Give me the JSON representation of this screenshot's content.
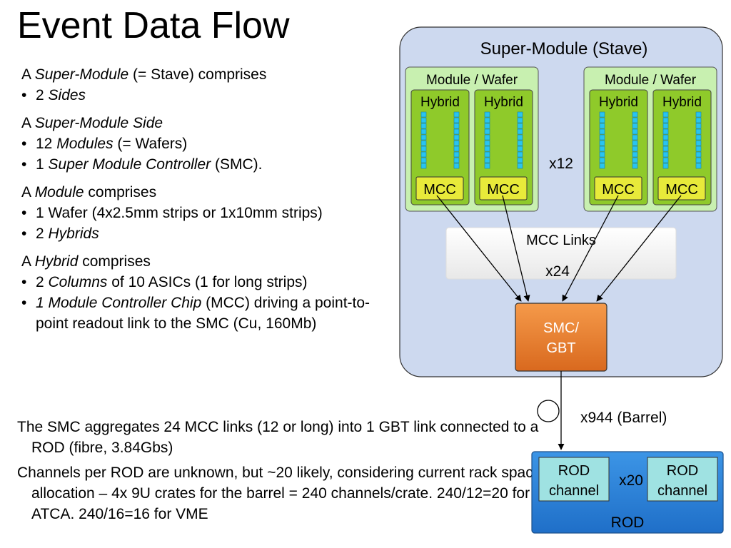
{
  "title": "Event Data Flow",
  "left_text": [
    {
      "kind": "hdr",
      "parts": [
        {
          "t": "A "
        },
        {
          "t": "Super-Module",
          "i": true
        },
        {
          "t": " (= Stave) comprises"
        }
      ]
    },
    {
      "kind": "bullet",
      "parts": [
        {
          "t": "2 "
        },
        {
          "t": "Sides",
          "i": true
        }
      ]
    },
    {
      "kind": "hdr",
      "parts": [
        {
          "t": "A "
        },
        {
          "t": "Super-Module Side",
          "i": true
        }
      ]
    },
    {
      "kind": "bullet",
      "parts": [
        {
          "t": "12 "
        },
        {
          "t": "Modules",
          "i": true
        },
        {
          "t": " (= Wafers)"
        }
      ]
    },
    {
      "kind": "bullet",
      "parts": [
        {
          "t": "1 "
        },
        {
          "t": "Super Module Controller",
          "i": true
        },
        {
          "t": " (SMC)."
        }
      ]
    },
    {
      "kind": "hdr",
      "parts": [
        {
          "t": "A "
        },
        {
          "t": "Module",
          "i": true
        },
        {
          "t": " comprises"
        }
      ]
    },
    {
      "kind": "bullet",
      "parts": [
        {
          "t": "1 Wafer (4x2.5mm strips or 1x10mm strips)"
        }
      ]
    },
    {
      "kind": "bullet",
      "parts": [
        {
          "t": "2 "
        },
        {
          "t": "Hybrids",
          "i": true
        }
      ]
    },
    {
      "kind": "hdr",
      "parts": [
        {
          "t": "A "
        },
        {
          "t": "Hybrid",
          "i": true
        },
        {
          "t": " comprises"
        }
      ]
    },
    {
      "kind": "bullet",
      "parts": [
        {
          "t": "2 "
        },
        {
          "t": "Columns",
          "i": true
        },
        {
          "t": " of 10 ASICs (1  for long strips)"
        }
      ]
    },
    {
      "kind": "bullet",
      "parts": [
        {
          "t": "1 Module Controller Chip",
          "i": true
        },
        {
          "t": " (MCC) driving a point-to-point readout link to the SMC (Cu, 160Mb)"
        }
      ]
    }
  ],
  "paragraph1": "The SMC aggregates 24 MCC links (12 or long) into 1 GBT link connected to a ROD (fibre, 3.84Gbs)",
  "paragraph2": "Channels per ROD are unknown, but ~20 likely, considering current rack space allocation – 4x 9U crates for the barrel = 240 channels/crate. 240/12=20 for ATCA. 240/16=16 for VME",
  "diagram": {
    "stave_label": "Super-Module (Stave)",
    "module_label": "Module / Wafer",
    "hybrid_label": "Hybrid",
    "mcc_label": "MCC",
    "module_multiplier": "x12",
    "links_label": "MCC Links",
    "links_multiplier": "x24",
    "smc_line1": "SMC/",
    "smc_line2": "GBT",
    "fibre_label": "x944 (Barrel)",
    "rod_channel_line1": "ROD",
    "rod_channel_line2": "channel",
    "rod_multiplier": "x20",
    "rod_label": "ROD",
    "colors": {
      "stave_fill": "#cdd9ef",
      "module_fill": "#c8f0b0",
      "hybrid_fill": "#8fca2a",
      "asic_fill": "#29c4f0",
      "mcc_fill": "#e8ea3a",
      "smc_fill": "#e87a2a",
      "rod_fill": "#2f86dd",
      "rod_channel_fill": "#9fe2e2"
    }
  }
}
